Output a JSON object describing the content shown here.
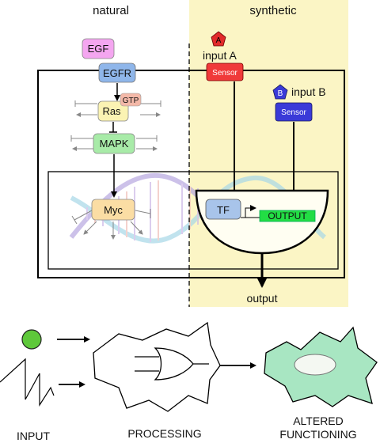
{
  "header": {
    "natural": "natural",
    "synthetic": "synthetic"
  },
  "pathway": {
    "egf": "EGF",
    "egfr": "EGFR",
    "ras": "Ras",
    "gtp": "GTP",
    "mapk": "MAPK",
    "myc": "Myc"
  },
  "synthetic_circuit": {
    "input_a_badge": "A",
    "input_a_label": "input A",
    "sensor_a": "Sensor",
    "input_b_badge": "B",
    "input_b_label": "input B",
    "sensor_b": "Sensor",
    "tf": "TF",
    "output_gene": "OUTPUT",
    "output_label": "output"
  },
  "bottom": {
    "input": "INPUT",
    "processing": "PROCESSING",
    "altered_line1": "ALTERED",
    "altered_line2": "FUNCTIONING"
  },
  "colors": {
    "synthetic_bg": "#fbf5c5",
    "egf": "#f4a6f0",
    "egfr": "#8fb6ea",
    "ras": "#fbf3b3",
    "gtp": "#f3b8a8",
    "mapk": "#a8eba8",
    "myc": "#fbdda4",
    "sensor_a": "#f03a3a",
    "sensor_b": "#3a3ad8",
    "tf": "#a8c4ea",
    "output": "#22dd44",
    "cell": "#a8e6c2",
    "circle": "#5ec83a"
  }
}
